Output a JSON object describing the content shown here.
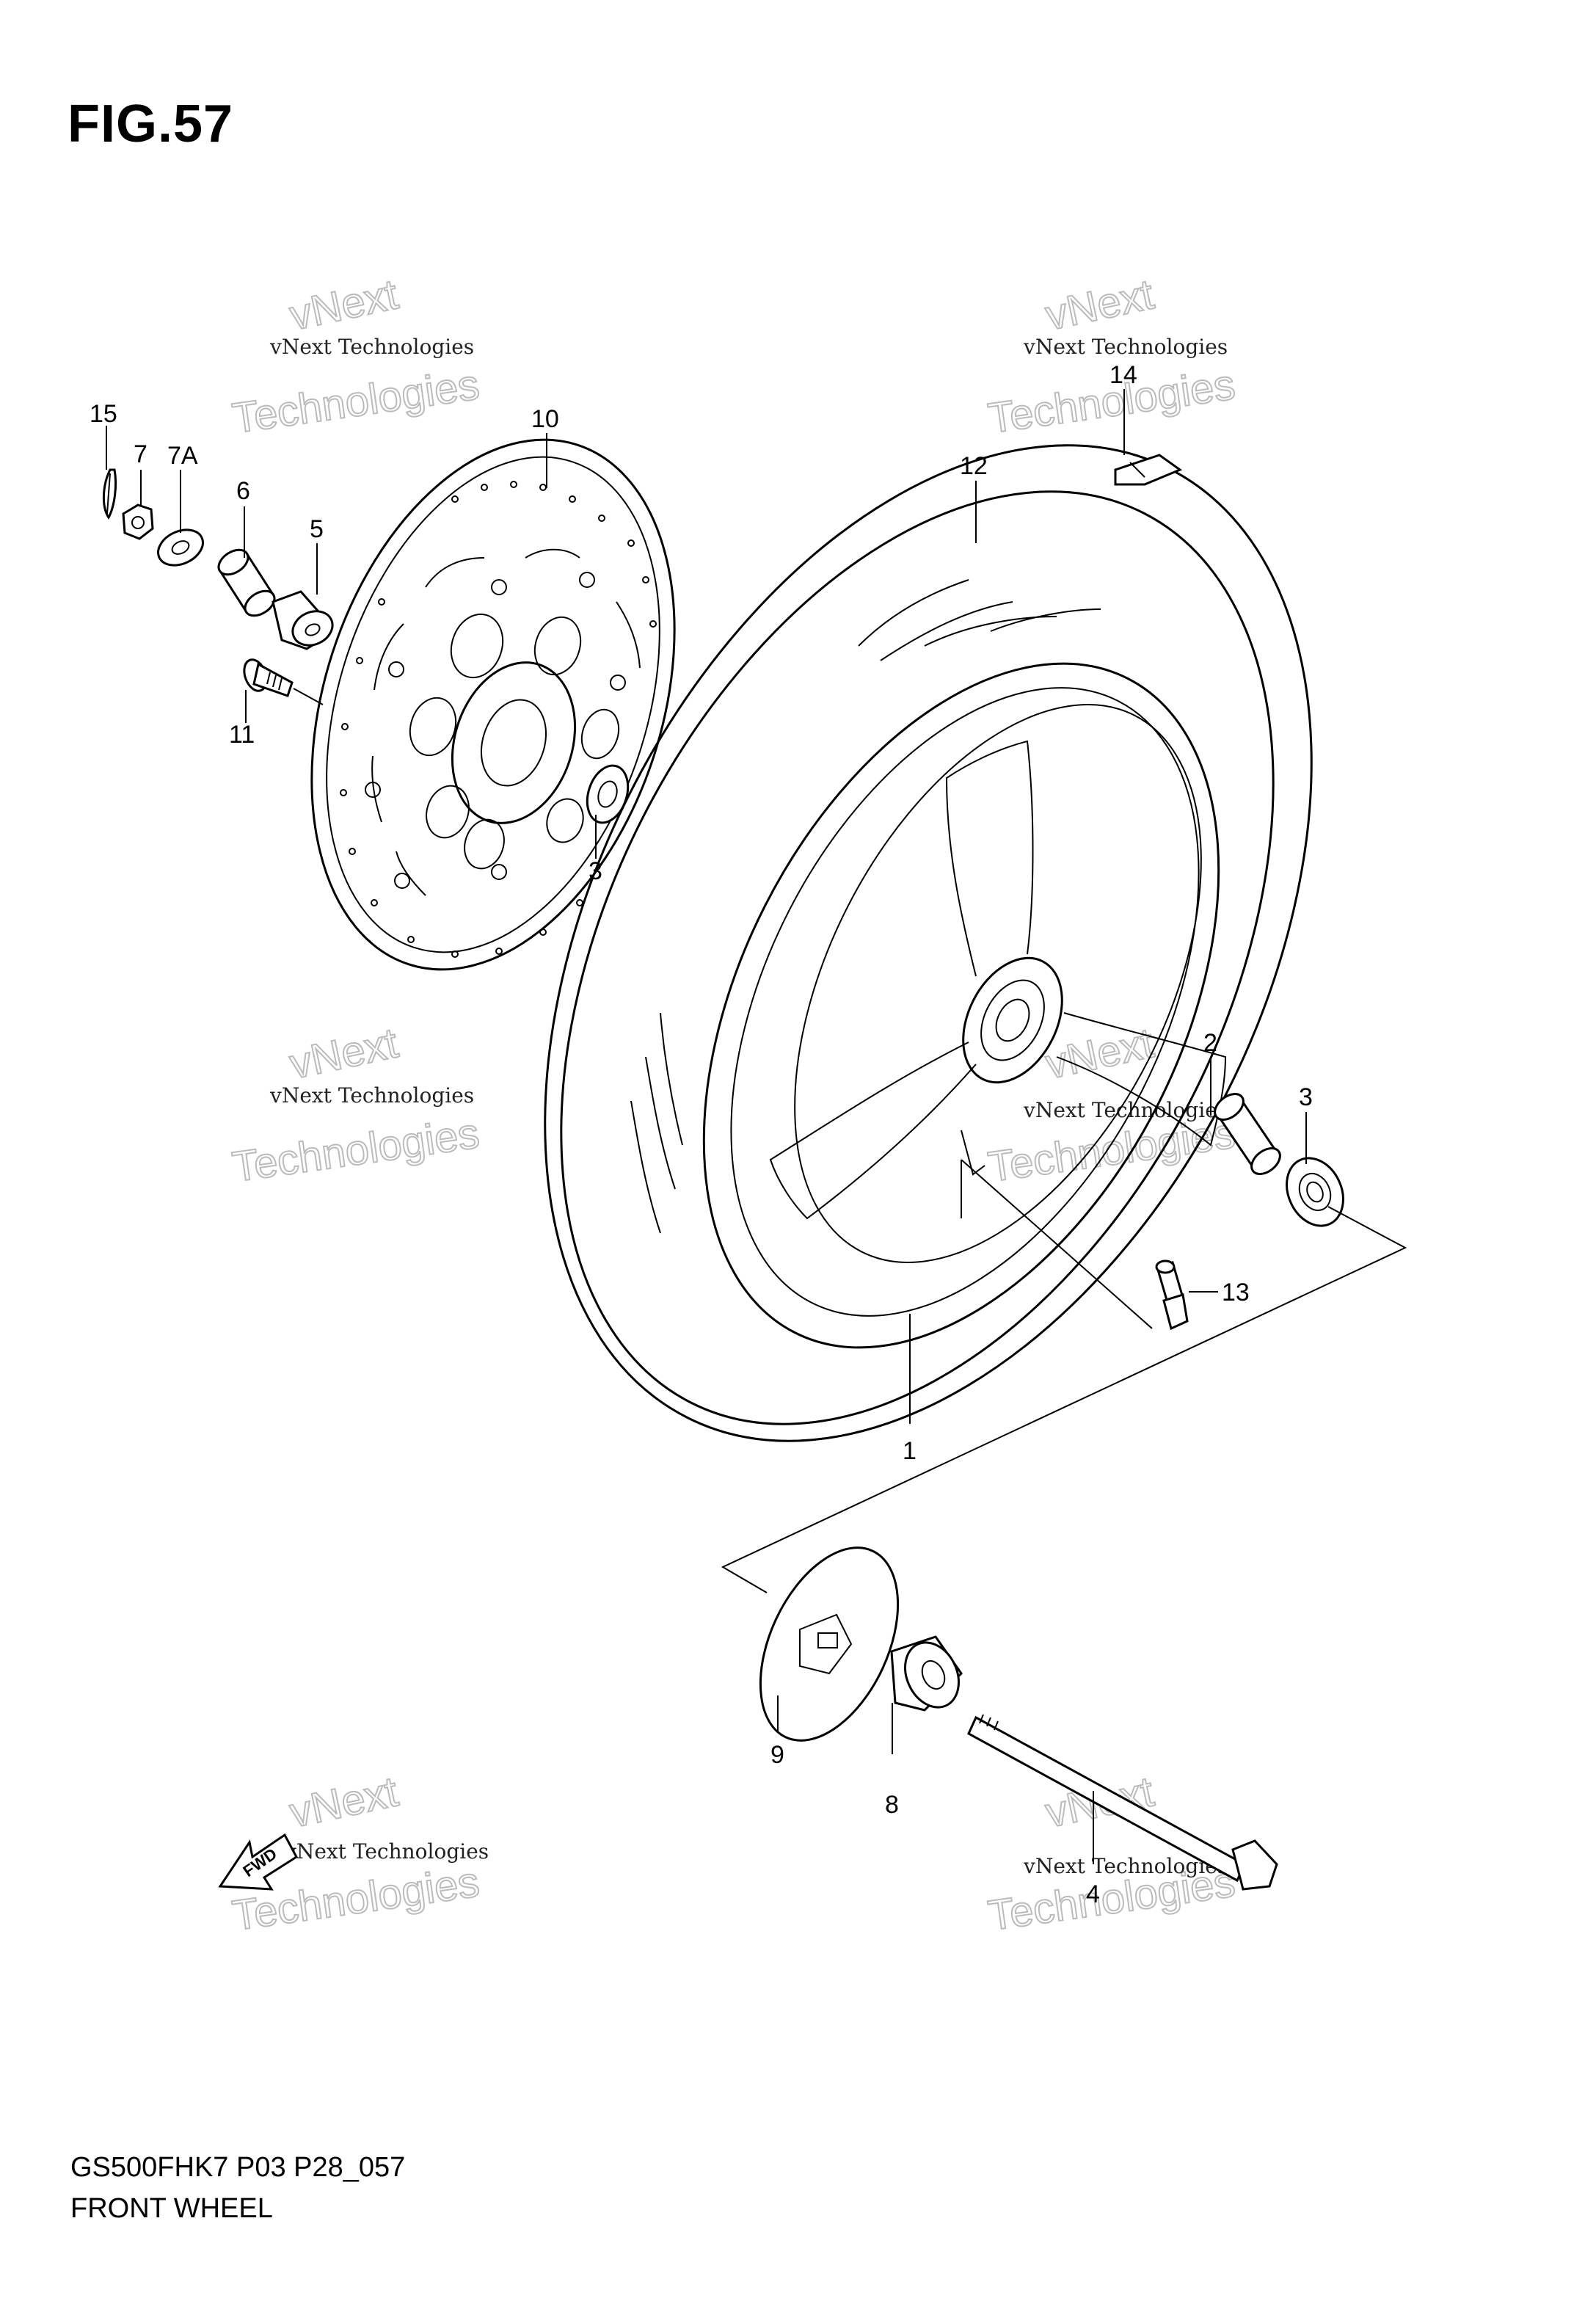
{
  "figure": {
    "title": "FIG.57",
    "model_code": "GS500FHK7 P03 P28_057",
    "section_name": "FRONT WHEEL"
  },
  "callouts": {
    "c1": "1",
    "c2": "2",
    "c3a": "3",
    "c3b": "3",
    "c4": "4",
    "c5": "5",
    "c6": "6",
    "c7": "7",
    "c7a": "7A",
    "c8": "8",
    "c9": "9",
    "c10": "10",
    "c11": "11",
    "c12": "12",
    "c13": "13",
    "c14": "14",
    "c15": "15"
  },
  "fwd_label": "FWD",
  "watermark": {
    "small": "vNext Technologies",
    "big": "Technologies",
    "tag": "vNext"
  }
}
